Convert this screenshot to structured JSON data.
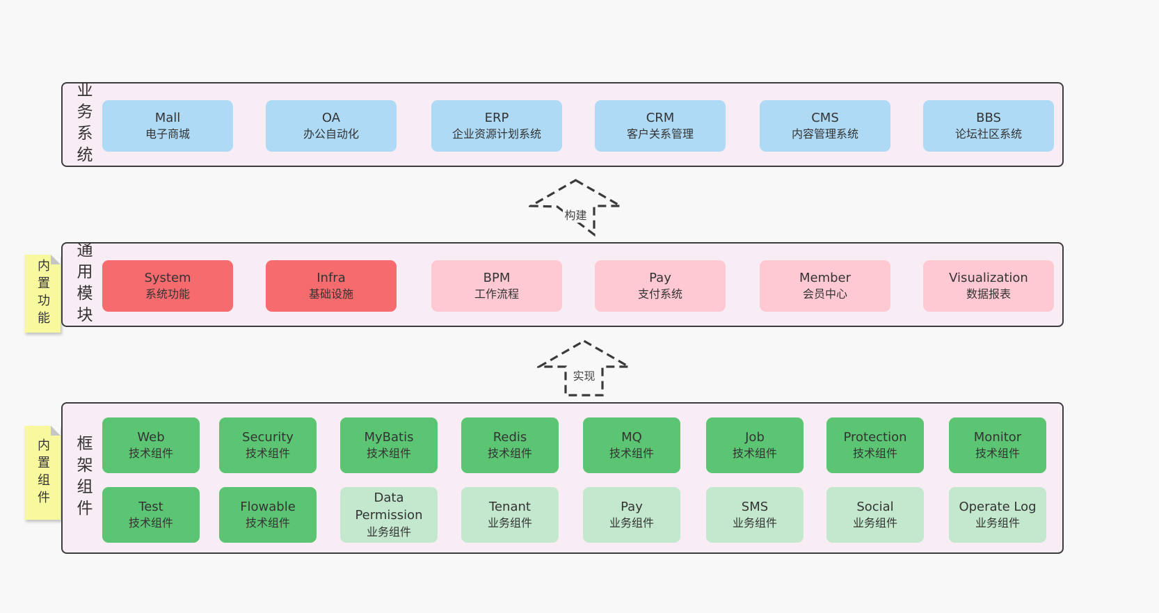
{
  "bands": [
    {
      "label": "业务系统",
      "boxes": [
        {
          "name": "Mall",
          "sub": "电子商城"
        },
        {
          "name": "OA",
          "sub": "办公自动化"
        },
        {
          "name": "ERP",
          "sub": "企业资源计划系统"
        },
        {
          "name": "CRM",
          "sub": "客户关系管理"
        },
        {
          "name": "CMS",
          "sub": "内容管理系统"
        },
        {
          "name": "BBS",
          "sub": "论坛社区系统"
        }
      ]
    },
    {
      "label": "通用模块",
      "sticky": "内置功能",
      "boxes": [
        {
          "name": "System",
          "sub": "系统功能"
        },
        {
          "name": "Infra",
          "sub": "基础设施"
        },
        {
          "name": "BPM",
          "sub": "工作流程"
        },
        {
          "name": "Pay",
          "sub": "支付系统"
        },
        {
          "name": "Member",
          "sub": "会员中心"
        },
        {
          "name": "Visualization",
          "sub": "数据报表"
        }
      ]
    },
    {
      "label": "框架组件",
      "sticky": "内置组件",
      "rows": [
        [
          {
            "name": "Web",
            "sub": "技术组件"
          },
          {
            "name": "Security",
            "sub": "技术组件"
          },
          {
            "name": "MyBatis",
            "sub": "技术组件"
          },
          {
            "name": "Redis",
            "sub": "技术组件"
          },
          {
            "name": "MQ",
            "sub": "技术组件"
          },
          {
            "name": "Job",
            "sub": "技术组件"
          },
          {
            "name": "Protection",
            "sub": "技术组件"
          },
          {
            "name": "Monitor",
            "sub": "技术组件"
          }
        ],
        [
          {
            "name": "Test",
            "sub": "技术组件"
          },
          {
            "name": "Flowable",
            "sub": "技术组件"
          },
          {
            "name": "Data Permission",
            "sub": "业务组件"
          },
          {
            "name": "Tenant",
            "sub": "业务组件"
          },
          {
            "name": "Pay",
            "sub": "业务组件"
          },
          {
            "name": "SMS",
            "sub": "业务组件"
          },
          {
            "name": "Social",
            "sub": "业务组件"
          },
          {
            "name": "Operate Log",
            "sub": "业务组件"
          }
        ]
      ]
    }
  ],
  "arrows": [
    {
      "label": "构建"
    },
    {
      "label": "实现"
    }
  ],
  "colors": {
    "page_bg": "#f8f8f8",
    "band_bg": "#f8ecf5",
    "band_border": "#3c3c3c",
    "blue_box": "#aedaf5",
    "red_box": "#f56b6e",
    "pink_box": "#fec9d2",
    "green_box": "#5cc573",
    "light_green_box": "#c3e8ce",
    "sticky_yellow": "#f8f99e",
    "text": "#333333"
  }
}
